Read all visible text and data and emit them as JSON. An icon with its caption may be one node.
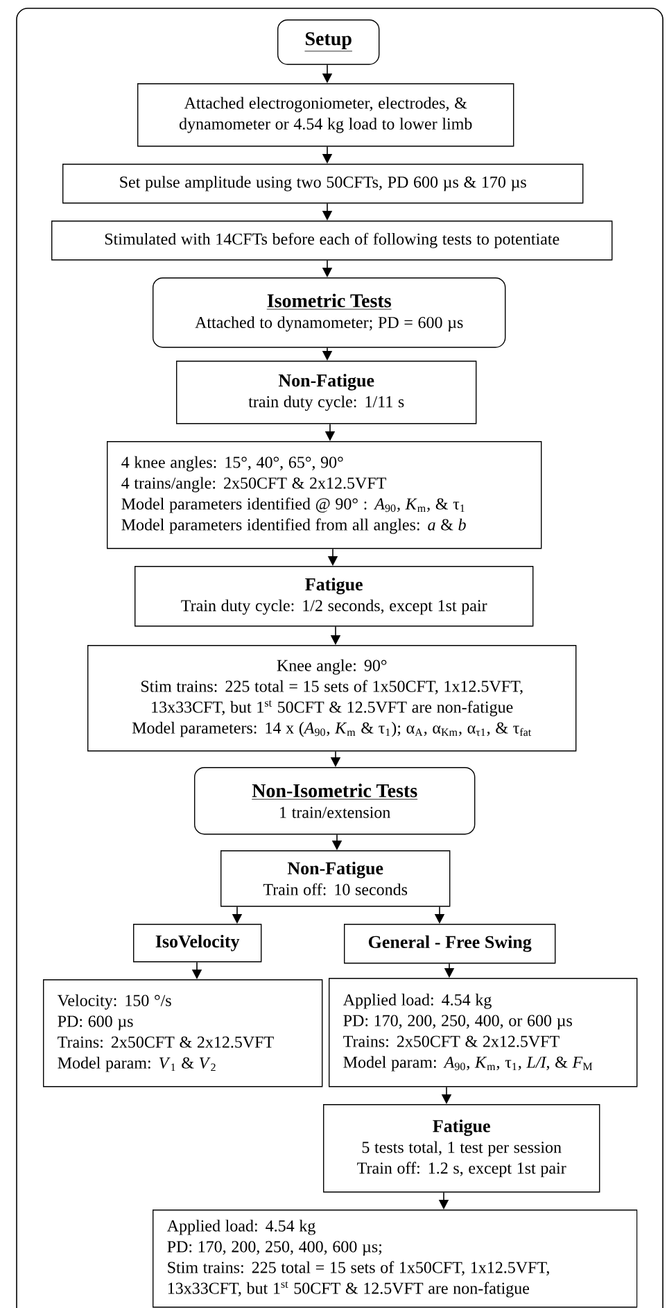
{
  "diagram": {
    "nodes": [
      {
        "text": [
          "Setup"
        ]
      },
      {
        "text": [
          "Attached electrogoniometer, electrodes, & dynamometer or 4.54 kg load to lower limb"
        ]
      },
      {
        "text": [
          "Set pulse amplitude using two 50CFTs, PD 600 µs & 170 µs"
        ]
      },
      {
        "text": [
          "Stimulated with 14CFTs before each of following tests to potentiate"
        ]
      },
      {
        "text": [
          "Isometric Tests",
          "Attached to dynamometer; PD = 600 µs"
        ]
      },
      {
        "text": [
          "Non-Fatigue",
          "train duty cycle: 1/11 s"
        ]
      },
      {
        "text": [
          "4 knee angles: 15°, 40°, 65°, 90°",
          "4 trains/angle: 2x50CFT & 2x12.5VFT",
          "Model parameters identified @ 90° : *A*$_{90}$, *K*$_{m}$, & τ$_{1}$",
          "Model parameters identified from all angles: *a* & *b*"
        ]
      },
      {
        "text": [
          "Fatigue",
          "Train duty cycle: 1/2 seconds, except 1st pair"
        ]
      },
      {
        "text": [
          "Knee angle: 90°",
          "Stim trains: 225 total = 15 sets of 1x50CFT, 1x12.5VFT, 13x33CFT, but 1$^{st}$ 50CFT & 12.5VFT are non-fatigue",
          "Model parameters: 14 x (*A*$_{90}$, *K*$_{m}$ & τ$_{1}$); α$_{A}$, α$_{Km}$, α$_{τ1}$, & τ$_{fat}$"
        ]
      },
      {
        "text": [
          "Non-Isometric Tests",
          "1 train/extension"
        ]
      },
      {
        "text": [
          "Non-Fatigue",
          "Train off: 10 seconds"
        ]
      },
      {
        "text": [
          "IsoVelocity"
        ]
      },
      {
        "text": [
          "General - Free Swing"
        ]
      },
      {
        "text": [
          "Velocity: 150 °/s",
          "PD: 600 µs",
          "Trains: 2x50CFT & 2x12.5VFT",
          "Model param: *V*$_{1}$ & *V*$_{2}$"
        ]
      },
      {
        "text": [
          "Applied load: 4.54 kg",
          "PD: 170, 200, 250, 400, or 600 µs",
          "Trains: 2x50CFT & 2x12.5VFT",
          "Model param: *A*$_{90}$, *K*$_{m}$, τ$_{1}$, *L/I*, & *F*$_{M}$"
        ]
      },
      {
        "text": [
          "Fatigue",
          "5 tests total, 1 test per session",
          "Train off: 1.2 s, except 1st pair"
        ]
      },
      {
        "text": [
          "Applied load: 4.54 kg",
          "PD: 170, 200, 250, 400, 600 µs;",
          "Stim trains: 225 total = 15 sets of 1x50CFT, 1x12.5VFT, 13x33CFT, but 1$^{st}$ 50CFT & 12.5VFT are non-fatigue"
        ]
      }
    ],
    "edges": [
      {
        "from": 0,
        "to": 1,
        "arrow": "to"
      },
      {
        "from": 1,
        "to": 2,
        "arrow": "to"
      },
      {
        "from": 2,
        "to": 3,
        "arrow": "to"
      },
      {
        "from": 3,
        "to": 4,
        "arrow": "to"
      },
      {
        "from": 4,
        "to": 5,
        "arrow": "to"
      },
      {
        "from": 5,
        "to": 6,
        "arrow": "to"
      },
      {
        "from": 6,
        "to": 7,
        "arrow": "to"
      },
      {
        "from": 7,
        "to": 8,
        "arrow": "to"
      },
      {
        "from": 8,
        "to": 9,
        "arrow": "to"
      },
      {
        "from": 9,
        "to": 10,
        "arrow": "to"
      },
      {
        "from": 10,
        "to": 11,
        "arrow": "to"
      },
      {
        "from": 10,
        "to": 12,
        "arrow": "to"
      },
      {
        "from": 11,
        "to": 13,
        "arrow": "to"
      },
      {
        "from": 12,
        "to": 14,
        "arrow": "to"
      },
      {
        "from": 14,
        "to": 15,
        "arrow": "to"
      },
      {
        "from": 15,
        "to": 16,
        "arrow": "to"
      }
    ]
  }
}
